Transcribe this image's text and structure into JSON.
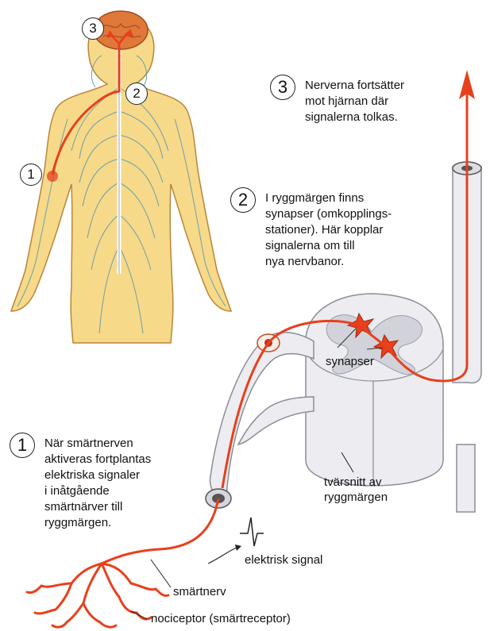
{
  "callouts": [
    {
      "number": "1",
      "lines": [
        "När smärtnerven",
        "aktiveras fortplantas",
        "elektriska signaler",
        "i inåtgående",
        "smärtnärver till",
        "ryggmärgen."
      ]
    },
    {
      "number": "2",
      "lines": [
        "I ryggmärgen finns",
        "synapser (omkopplings-",
        "stationer). Här kopplar",
        "signalerna om till",
        "nya nervbanor."
      ]
    },
    {
      "number": "3",
      "lines": [
        "Nerverna fortsätter",
        "mot hjärnan där",
        "signalerna tolkas."
      ]
    }
  ],
  "body_markers": [
    "1",
    "2",
    "3"
  ],
  "labels": {
    "synapses": "synapser",
    "cross_section_line1": "tvärsnitt av",
    "cross_section_line2": "ryggmärgen",
    "electric_signal": "elektrisk signal",
    "pain_nerve": "smärtnerv",
    "nociceptor": "nociceptor (smärtreceptor)"
  },
  "colors": {
    "signal_red": "#e8401c",
    "skin": "#f7d98a",
    "skin_outline": "#b8863a",
    "nerve_blue": "#5f9aa6",
    "brain": "#e0783a",
    "cord_gray": "#e6e6ec"
  }
}
